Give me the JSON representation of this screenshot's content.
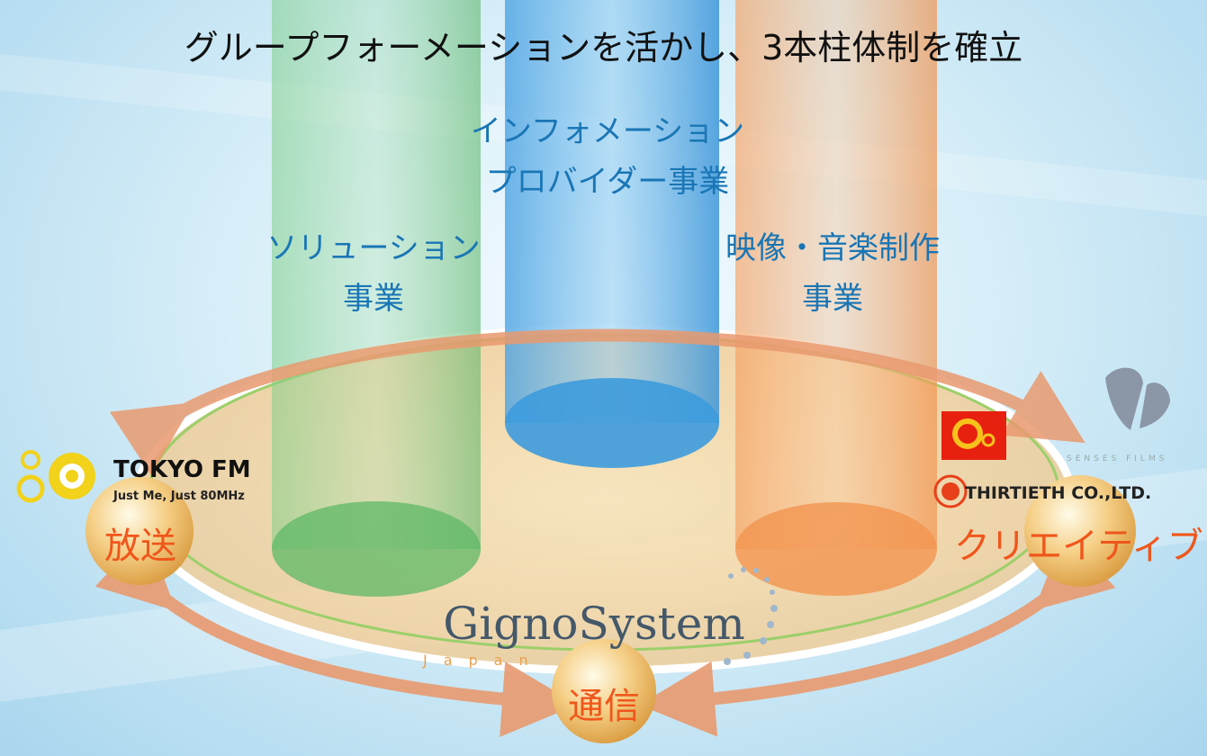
{
  "headline": "グループフォーメーションを活かし、3本柱体制を確立",
  "pillars": {
    "information_provider": [
      "インフォメーション",
      "プロバイダー事業"
    ],
    "solution": [
      "ソリューション",
      "事業"
    ],
    "media_production": [
      "映像・音楽制作",
      "事業"
    ]
  },
  "nodes": {
    "broadcast": "放送",
    "creative": "クリエイティブ",
    "telecom": "通信"
  },
  "logos": {
    "tokyo_fm": {
      "name": "TOKYO FM",
      "tagline": "Just Me, Just 80MHz"
    },
    "gignosystem": {
      "name": "GignoSystem",
      "sub": "Japan"
    },
    "thirtieth": {
      "name": "THIRTIETH CO.,LTD."
    },
    "senses_films": {
      "name": "SENSES FILMS"
    }
  },
  "colors": {
    "pillar_green": "#6fc27a",
    "pillar_blue": "#5aaee6",
    "pillar_orange": "#f6a96b",
    "arrow": "#e99a6f",
    "label_blue": "#1a76b5",
    "label_orange": "#f0561b"
  }
}
